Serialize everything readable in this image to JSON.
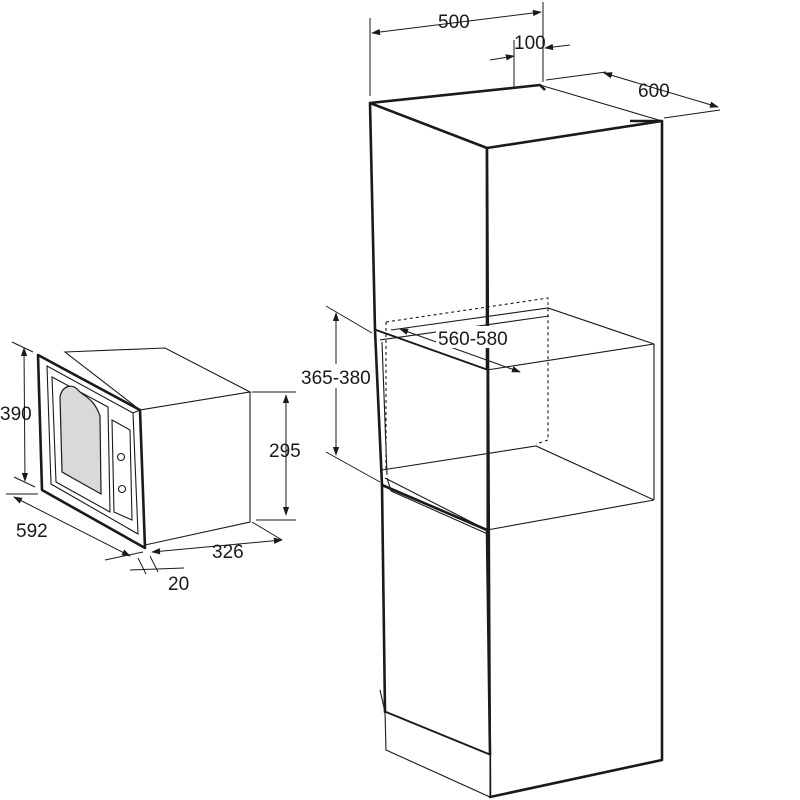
{
  "appliance": {
    "height": "390",
    "width": "592",
    "depth": "326",
    "front_frame": "20",
    "body_height": "295"
  },
  "cabinet": {
    "width": "500",
    "offset": "100",
    "depth": "600",
    "niche_width": "560-580",
    "niche_height": "365-380"
  },
  "colors": {
    "ink": "#1a1a1a",
    "window_fill": "#d9d9d9",
    "background": "#ffffff"
  }
}
